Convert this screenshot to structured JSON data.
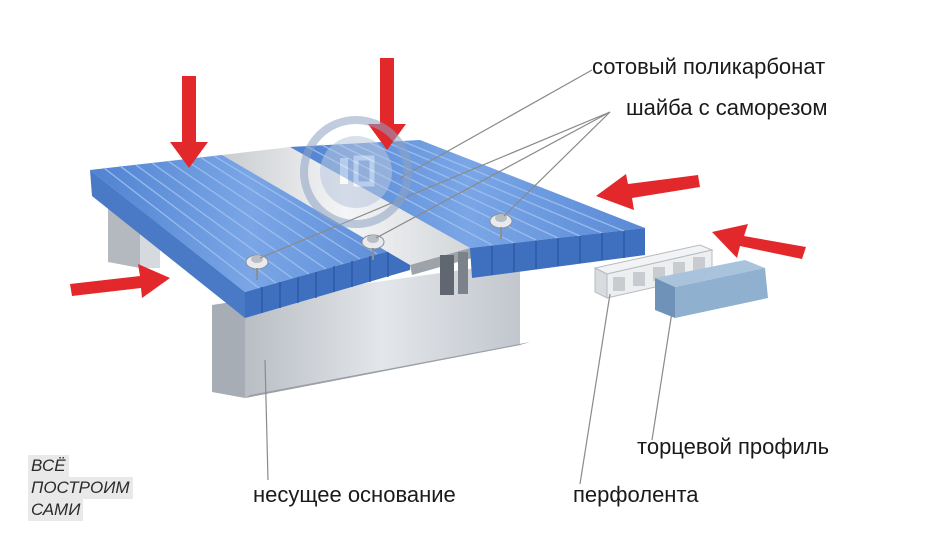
{
  "labels": {
    "cellular_polycarbonate": "сотовый поликарбонат",
    "washer_screw": "шайба с  саморезом",
    "end_profile": "торцевой профиль",
    "base": "несущее основание",
    "perforated_tape": "перфолента"
  },
  "watermark": {
    "line1": "ВСЁ",
    "line2": "ПОСТРОИМ",
    "line3": "САМИ"
  },
  "colors": {
    "sheet": "#5f8fd6",
    "sheet_dark": "#3f6fbf",
    "arrow": "#e3282b",
    "base": "#cfd3d8",
    "end_profile": "#8fb0cf",
    "leader": "#8a8a8a"
  }
}
